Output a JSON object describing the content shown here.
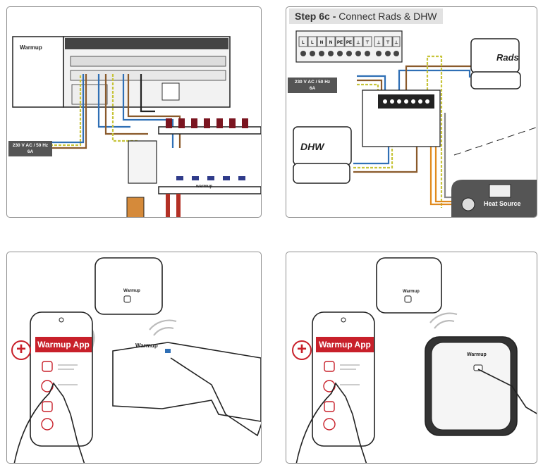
{
  "panels": {
    "wiring_overview": {
      "brand": "Warmup",
      "supply_line1": "230 V AC / 50 Hz",
      "supply_line2": "6A",
      "manifold_brand": "warmup"
    },
    "step_6c": {
      "step_label": "Step 6c -",
      "step_title": "Connect Rads & DHW",
      "supply_line1": "230 V AC / 50 Hz",
      "supply_line2": "6A",
      "rads_label": "Rads",
      "dhw_label": "DHW",
      "heat_source_label": "Heat Source",
      "terminal_labels": [
        "L",
        "L",
        "N",
        "N",
        "PE",
        "PE",
        "⊥",
        "⊤",
        "⊥",
        "⊤",
        "⊥"
      ]
    },
    "pair_wiring_centre": {
      "app_title": "Warmup App",
      "gateway_brand": "Warmup",
      "device_brand": "Warmup"
    },
    "pair_thermostat": {
      "app_title": "Warmup App",
      "gateway_brand": "Warmup",
      "device_brand": "Warmup"
    }
  },
  "colors": {
    "brand_red": "#c8202a",
    "wire_blue": "#2f6fb5",
    "wire_brown": "#8a5a2b",
    "wire_green_yellow": "#c7c43a",
    "wire_orange": "#e08a1e",
    "panel_border": "#8f8f8f"
  },
  "icons": [
    "plus-icon",
    "wifi-signal-icon",
    "phone-icon",
    "hand-icon",
    "gateway-icon",
    "thermostat-icon"
  ]
}
